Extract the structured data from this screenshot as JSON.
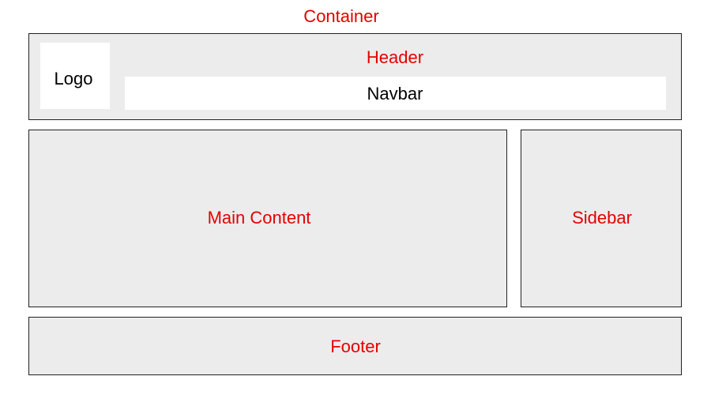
{
  "container": {
    "label": "Container"
  },
  "header": {
    "label": "Header",
    "logo": {
      "label": "Logo"
    },
    "navbar": {
      "label": "Navbar"
    }
  },
  "main": {
    "label": "Main Content"
  },
  "sidebar": {
    "label": "Sidebar"
  },
  "footer": {
    "label": "Footer"
  },
  "colors": {
    "region_label": "#e60000",
    "placeholder_label": "#000000",
    "region_fill": "#ececec",
    "placeholder_fill": "#ffffff",
    "border": "#222222"
  }
}
